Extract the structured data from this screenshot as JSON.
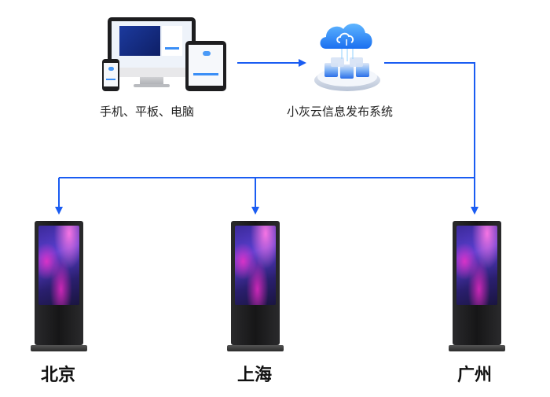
{
  "diagram": {
    "sources": {
      "label": "手机、平板、电脑",
      "icon": "devices-icon"
    },
    "system": {
      "label": "小灰云信息发布系统",
      "icon": "cloud-server-icon"
    },
    "destinations": [
      {
        "label": "北京",
        "icon": "kiosk-display-icon"
      },
      {
        "label": "上海",
        "icon": "kiosk-display-icon"
      },
      {
        "label": "广州",
        "icon": "kiosk-display-icon"
      }
    ],
    "colors": {
      "arrow": "#1a5cf2"
    }
  }
}
